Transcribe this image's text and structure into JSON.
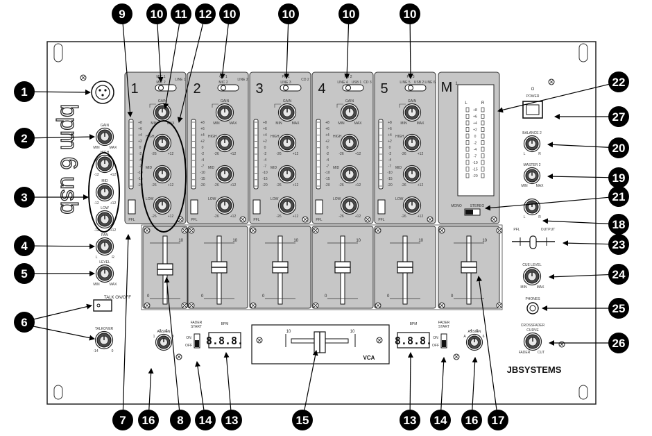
{
  "logo": "bpm 6 usb",
  "brand": "JBSYSTEMS",
  "vca_label": "VCA",
  "vca_scale": [
    "10",
    "10"
  ],
  "fader_scale": {
    "top": "10",
    "bottom": "0"
  },
  "channels": [
    {
      "number": "1",
      "source": [
        "MIC 1",
        "MIC 2",
        "LINE 1"
      ]
    },
    {
      "number": "2",
      "source": [
        "CD 1",
        "MIC 2",
        "LINE 2"
      ]
    },
    {
      "number": "3",
      "source": [
        "PH 1",
        "LINE 3",
        "CD 2"
      ]
    },
    {
      "number": "4",
      "source": [
        "PH 2",
        "LINE 4",
        "USB 1",
        "CD 3"
      ]
    },
    {
      "number": "5",
      "source": [
        "PH 3",
        "LINE 5",
        "USB 2",
        "LINE 6"
      ]
    }
  ],
  "channel_knobs": {
    "gain": {
      "label": "GAIN",
      "min": "MIN",
      "max": "MAX"
    },
    "eq": [
      {
        "label": "HIGH",
        "min": "-26",
        "max": "+12"
      },
      {
        "label": "MID",
        "min": "-26",
        "max": "+12"
      },
      {
        "label": "LOW",
        "min": "-26",
        "max": "+12"
      }
    ],
    "pfl": "PFL"
  },
  "vu_scale": [
    "+8",
    "+6",
    "+4",
    "+2",
    "0",
    "-2",
    "-4",
    "-7",
    "-10",
    "-15",
    "-20"
  ],
  "master": {
    "label": "M",
    "superscript": "1",
    "vu_l": "L",
    "vu_r": "R",
    "power": "POWER",
    "mono": "MONO",
    "stereo": "STEREO",
    "balance2": {
      "label": "BALANCE 2",
      "min": "L",
      "max": "R"
    },
    "master2": {
      "label": "MASTER 2",
      "min": "MIN",
      "max": "MAX"
    },
    "balance1": {
      "min": "L",
      "max": "R"
    },
    "cue_mix": {
      "left": "PFL",
      "right": "OUTPUT"
    },
    "cue_level": {
      "label": "CUE LEVEL",
      "min": "MIN",
      "max": "MAX"
    },
    "phones": "PHONES",
    "crossfader_curve": {
      "label_line1": "CROSSFADER",
      "label_line2": "CURVE",
      "min": "FADER",
      "max": "CUT"
    }
  },
  "left_panel": {
    "gain": {
      "label": "GAIN",
      "min": "MIN",
      "max": "MAX"
    },
    "high": {
      "label": "HIGH",
      "min": "-12",
      "max": "+12"
    },
    "mid": {
      "label": "MID",
      "min": "-12",
      "max": "+12"
    },
    "low": {
      "label": "LOW",
      "min": "-12",
      "max": "+12"
    },
    "pan": {
      "label": "PAN",
      "min": "L",
      "max": "R"
    },
    "level": {
      "label": "LEVEL",
      "min": "MIN",
      "max": "MAX"
    },
    "talk_onoff": "TALK ON/OFF",
    "talkover": {
      "label": "TALKOVER",
      "min": "-14",
      "max": "0"
    }
  },
  "bottom_left": {
    "assign": {
      "label": "ASSIGN",
      "marks": [
        "1",
        "2",
        "3",
        "B"
      ]
    },
    "fader_start": {
      "line1": "FADER",
      "line2": "START",
      "on": "ON",
      "off": "OFF"
    },
    "bpm_label": "BPM",
    "bpm_display": "8.8.8."
  },
  "bottom_right": {
    "bpm_label": "BPM",
    "bpm_display": "8.8.8.",
    "fader_start": {
      "line1": "FADER",
      "line2": "START",
      "on": "ON",
      "off": "OFF"
    },
    "assign": {
      "label": "ASSIGN",
      "marks": [
        "A",
        "4",
        "5",
        "6"
      ]
    }
  },
  "callouts": [
    {
      "num": "1"
    },
    {
      "num": "2"
    },
    {
      "num": "3"
    },
    {
      "num": "4"
    },
    {
      "num": "5"
    },
    {
      "num": "6"
    },
    {
      "num": "7"
    },
    {
      "num": "16"
    },
    {
      "num": "8"
    },
    {
      "num": "14"
    },
    {
      "num": "13"
    },
    {
      "num": "15"
    },
    {
      "num": "13"
    },
    {
      "num": "14"
    },
    {
      "num": "16"
    },
    {
      "num": "17"
    },
    {
      "num": "9"
    },
    {
      "num": "10"
    },
    {
      "num": "11"
    },
    {
      "num": "12"
    },
    {
      "num": "10"
    },
    {
      "num": "10"
    },
    {
      "num": "10"
    },
    {
      "num": "10"
    },
    {
      "num": "22"
    },
    {
      "num": "27"
    },
    {
      "num": "20"
    },
    {
      "num": "19"
    },
    {
      "num": "21"
    },
    {
      "num": "18"
    },
    {
      "num": "23"
    },
    {
      "num": "24"
    },
    {
      "num": "25"
    },
    {
      "num": "26"
    }
  ]
}
